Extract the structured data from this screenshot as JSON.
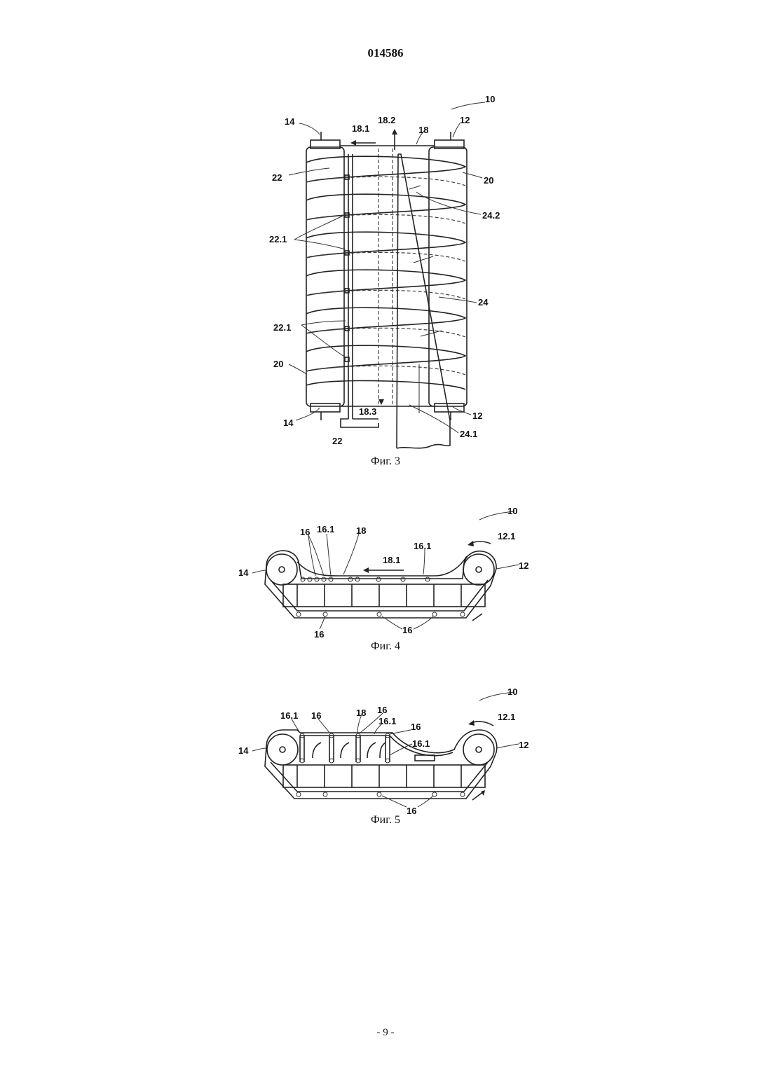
{
  "header": {
    "document_number": "014586"
  },
  "figures": [
    {
      "id": "fig3",
      "caption": "Фиг. 3",
      "labels": [
        "10",
        "14",
        "18.1",
        "18.2",
        "18",
        "12",
        "22",
        "20",
        "24.2",
        "22.1",
        "24",
        "22.1",
        "20",
        "14",
        "18.3",
        "22",
        "12",
        "24.1"
      ]
    },
    {
      "id": "fig4",
      "caption": "Фиг. 4",
      "labels": [
        "10",
        "16",
        "16.1",
        "18",
        "16.1",
        "12.1",
        "18.1",
        "14",
        "12",
        "16",
        "16"
      ]
    },
    {
      "id": "fig5",
      "caption": "Фиг. 5",
      "labels": [
        "10",
        "16.1",
        "16",
        "18",
        "16",
        "16.1",
        "16",
        "16.1",
        "12.1",
        "14",
        "12",
        "16"
      ]
    }
  ],
  "footer": {
    "page_number": "- 9 -"
  }
}
